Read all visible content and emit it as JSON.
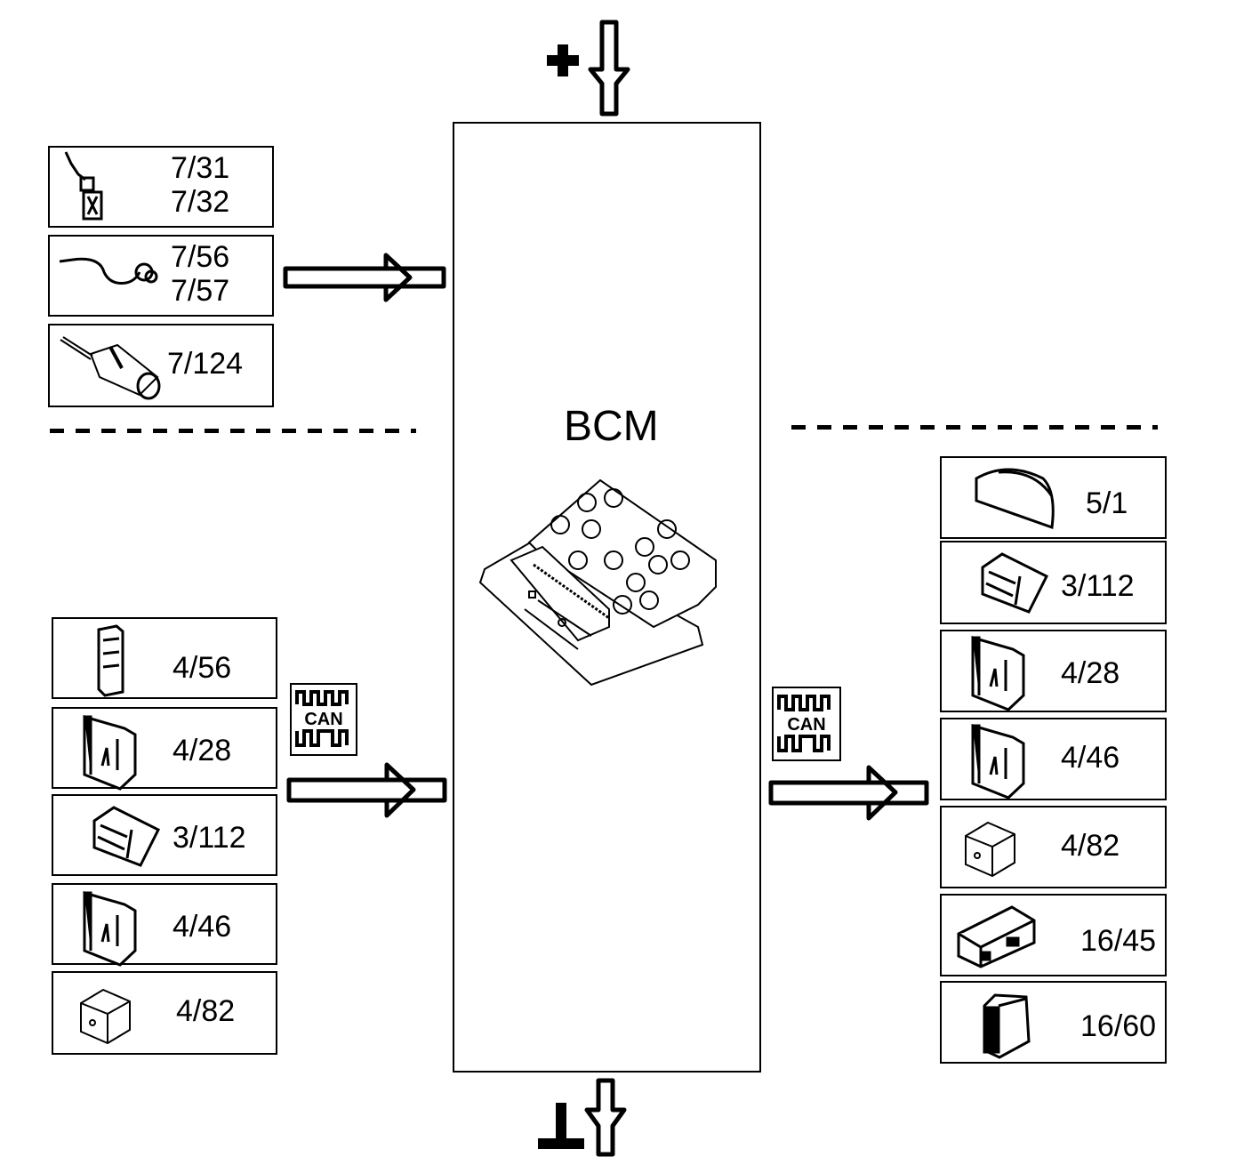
{
  "diagram": {
    "center_module": {
      "label": "BCM",
      "icon": "bcm-module-icon"
    },
    "power_supply": {
      "symbol": "+",
      "icon": "positive-supply-icon",
      "direction": "in"
    },
    "ground": {
      "symbol": "⊥",
      "icon": "ground-icon",
      "direction": "out"
    },
    "bus": {
      "label_line": "CAN",
      "icon": "can-bus-icon"
    },
    "inputs_direct": [
      {
        "id": "7/31\n7/32",
        "lines": [
          "7/31",
          "7/32"
        ],
        "icon": "switch-assembly-icon"
      },
      {
        "id": "7/56\n7/57",
        "lines": [
          "7/56",
          "7/57"
        ],
        "icon": "cable-sensor-icon"
      },
      {
        "id": "7/124",
        "lines": [
          "7/124"
        ],
        "icon": "pressure-sensor-icon"
      }
    ],
    "inputs_can": [
      {
        "lines": [
          "4/56"
        ],
        "icon": "control-unit-slim-icon"
      },
      {
        "lines": [
          "4/28"
        ],
        "icon": "control-unit-icon"
      },
      {
        "lines": [
          "3/112"
        ],
        "icon": "switch-panel-icon"
      },
      {
        "lines": [
          "4/46"
        ],
        "icon": "control-unit-icon"
      },
      {
        "lines": [
          "4/82"
        ],
        "icon": "cube-module-icon"
      }
    ],
    "outputs_can": [
      {
        "lines": [
          "5/1"
        ],
        "icon": "instrument-cluster-icon"
      },
      {
        "lines": [
          "3/112"
        ],
        "icon": "switch-panel-icon"
      },
      {
        "lines": [
          "4/28"
        ],
        "icon": "control-unit-icon"
      },
      {
        "lines": [
          "4/46"
        ],
        "icon": "control-unit-icon"
      },
      {
        "lines": [
          "4/82"
        ],
        "icon": "cube-module-icon"
      },
      {
        "lines": [
          "16/45"
        ],
        "icon": "relay-box-icon"
      },
      {
        "lines": [
          "16/60"
        ],
        "icon": "relay-module-icon"
      }
    ]
  }
}
